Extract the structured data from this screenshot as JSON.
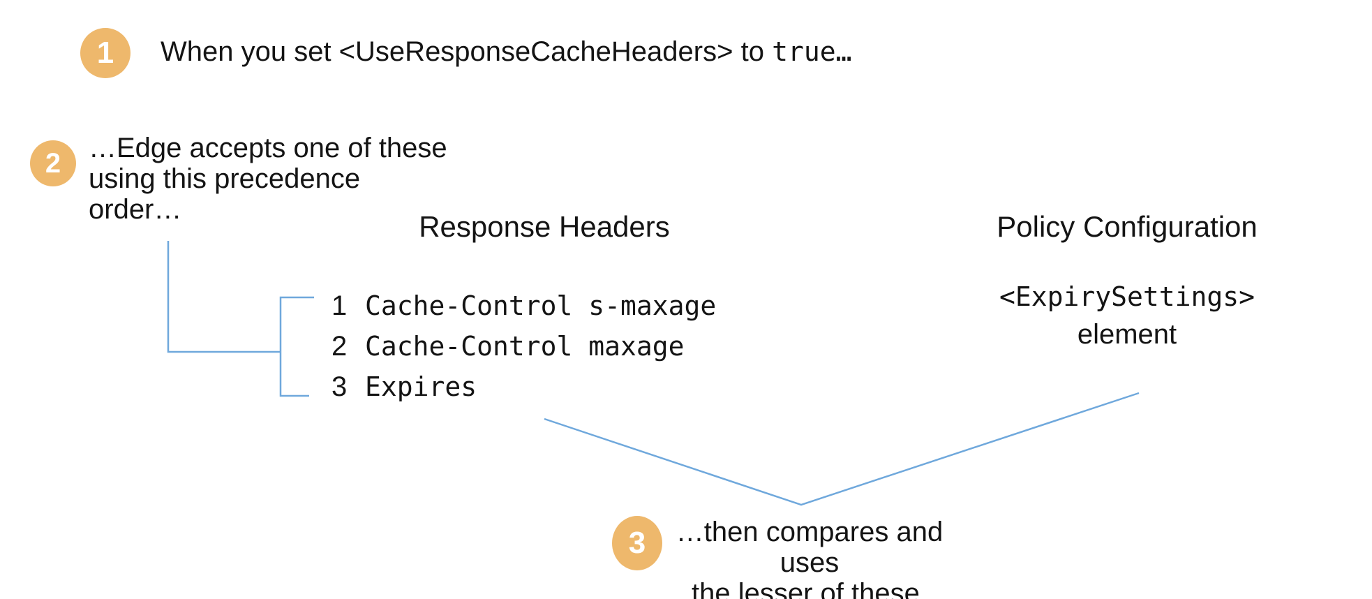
{
  "colors": {
    "accent_orange": "#EEB86C",
    "line_blue": "#6FA8DC",
    "text": "#141414"
  },
  "steps": [
    {
      "number": "1",
      "text_prefix": "When you set <UseResponseCacheHeaders> to ",
      "text_code": "true…"
    },
    {
      "number": "2",
      "lines": {
        "l1": "…Edge accepts one of these",
        "l2": "using this precedence",
        "l3": "order…"
      }
    },
    {
      "number": "3",
      "lines": {
        "l1": "…then compares and uses",
        "l2": "the lesser of these."
      }
    }
  ],
  "columns": {
    "response_headers": {
      "title": "Response Headers",
      "items": [
        {
          "rank": "1",
          "code": "Cache-Control s-maxage"
        },
        {
          "rank": "2",
          "code": "Cache-Control maxage"
        },
        {
          "rank": "3",
          "code": "Expires"
        }
      ]
    },
    "policy_configuration": {
      "title": "Policy Configuration",
      "code": "<ExpirySettings>",
      "label": "element"
    }
  }
}
